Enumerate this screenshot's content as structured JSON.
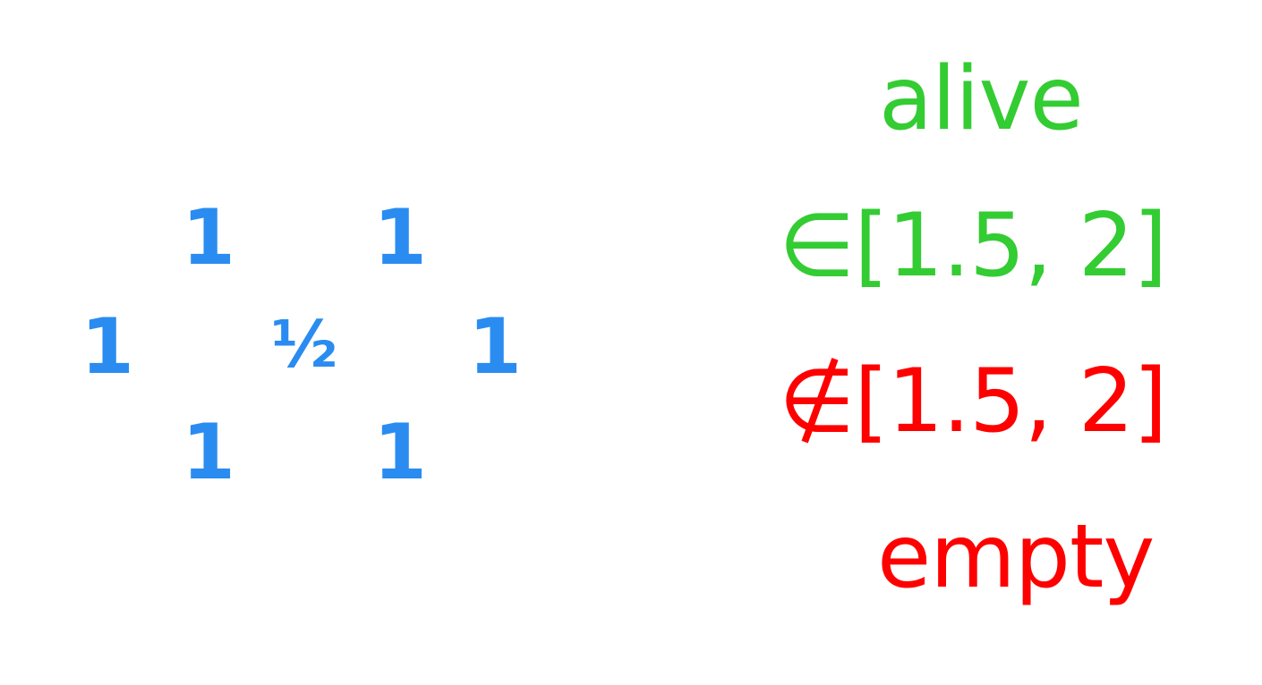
{
  "colors": {
    "cell": "#2a8cf0",
    "alive": "#33cc33",
    "empty": "#ff0000",
    "background": "#ffffff"
  },
  "grid": {
    "center": "½",
    "neighbors": [
      "1",
      "1",
      "1",
      "1",
      "1",
      "1"
    ]
  },
  "legend": {
    "alive_label": "alive",
    "alive_rule": "∈[1.5, 2]",
    "empty_rule": "∉[1.5, 2]",
    "empty_label": "empty"
  }
}
